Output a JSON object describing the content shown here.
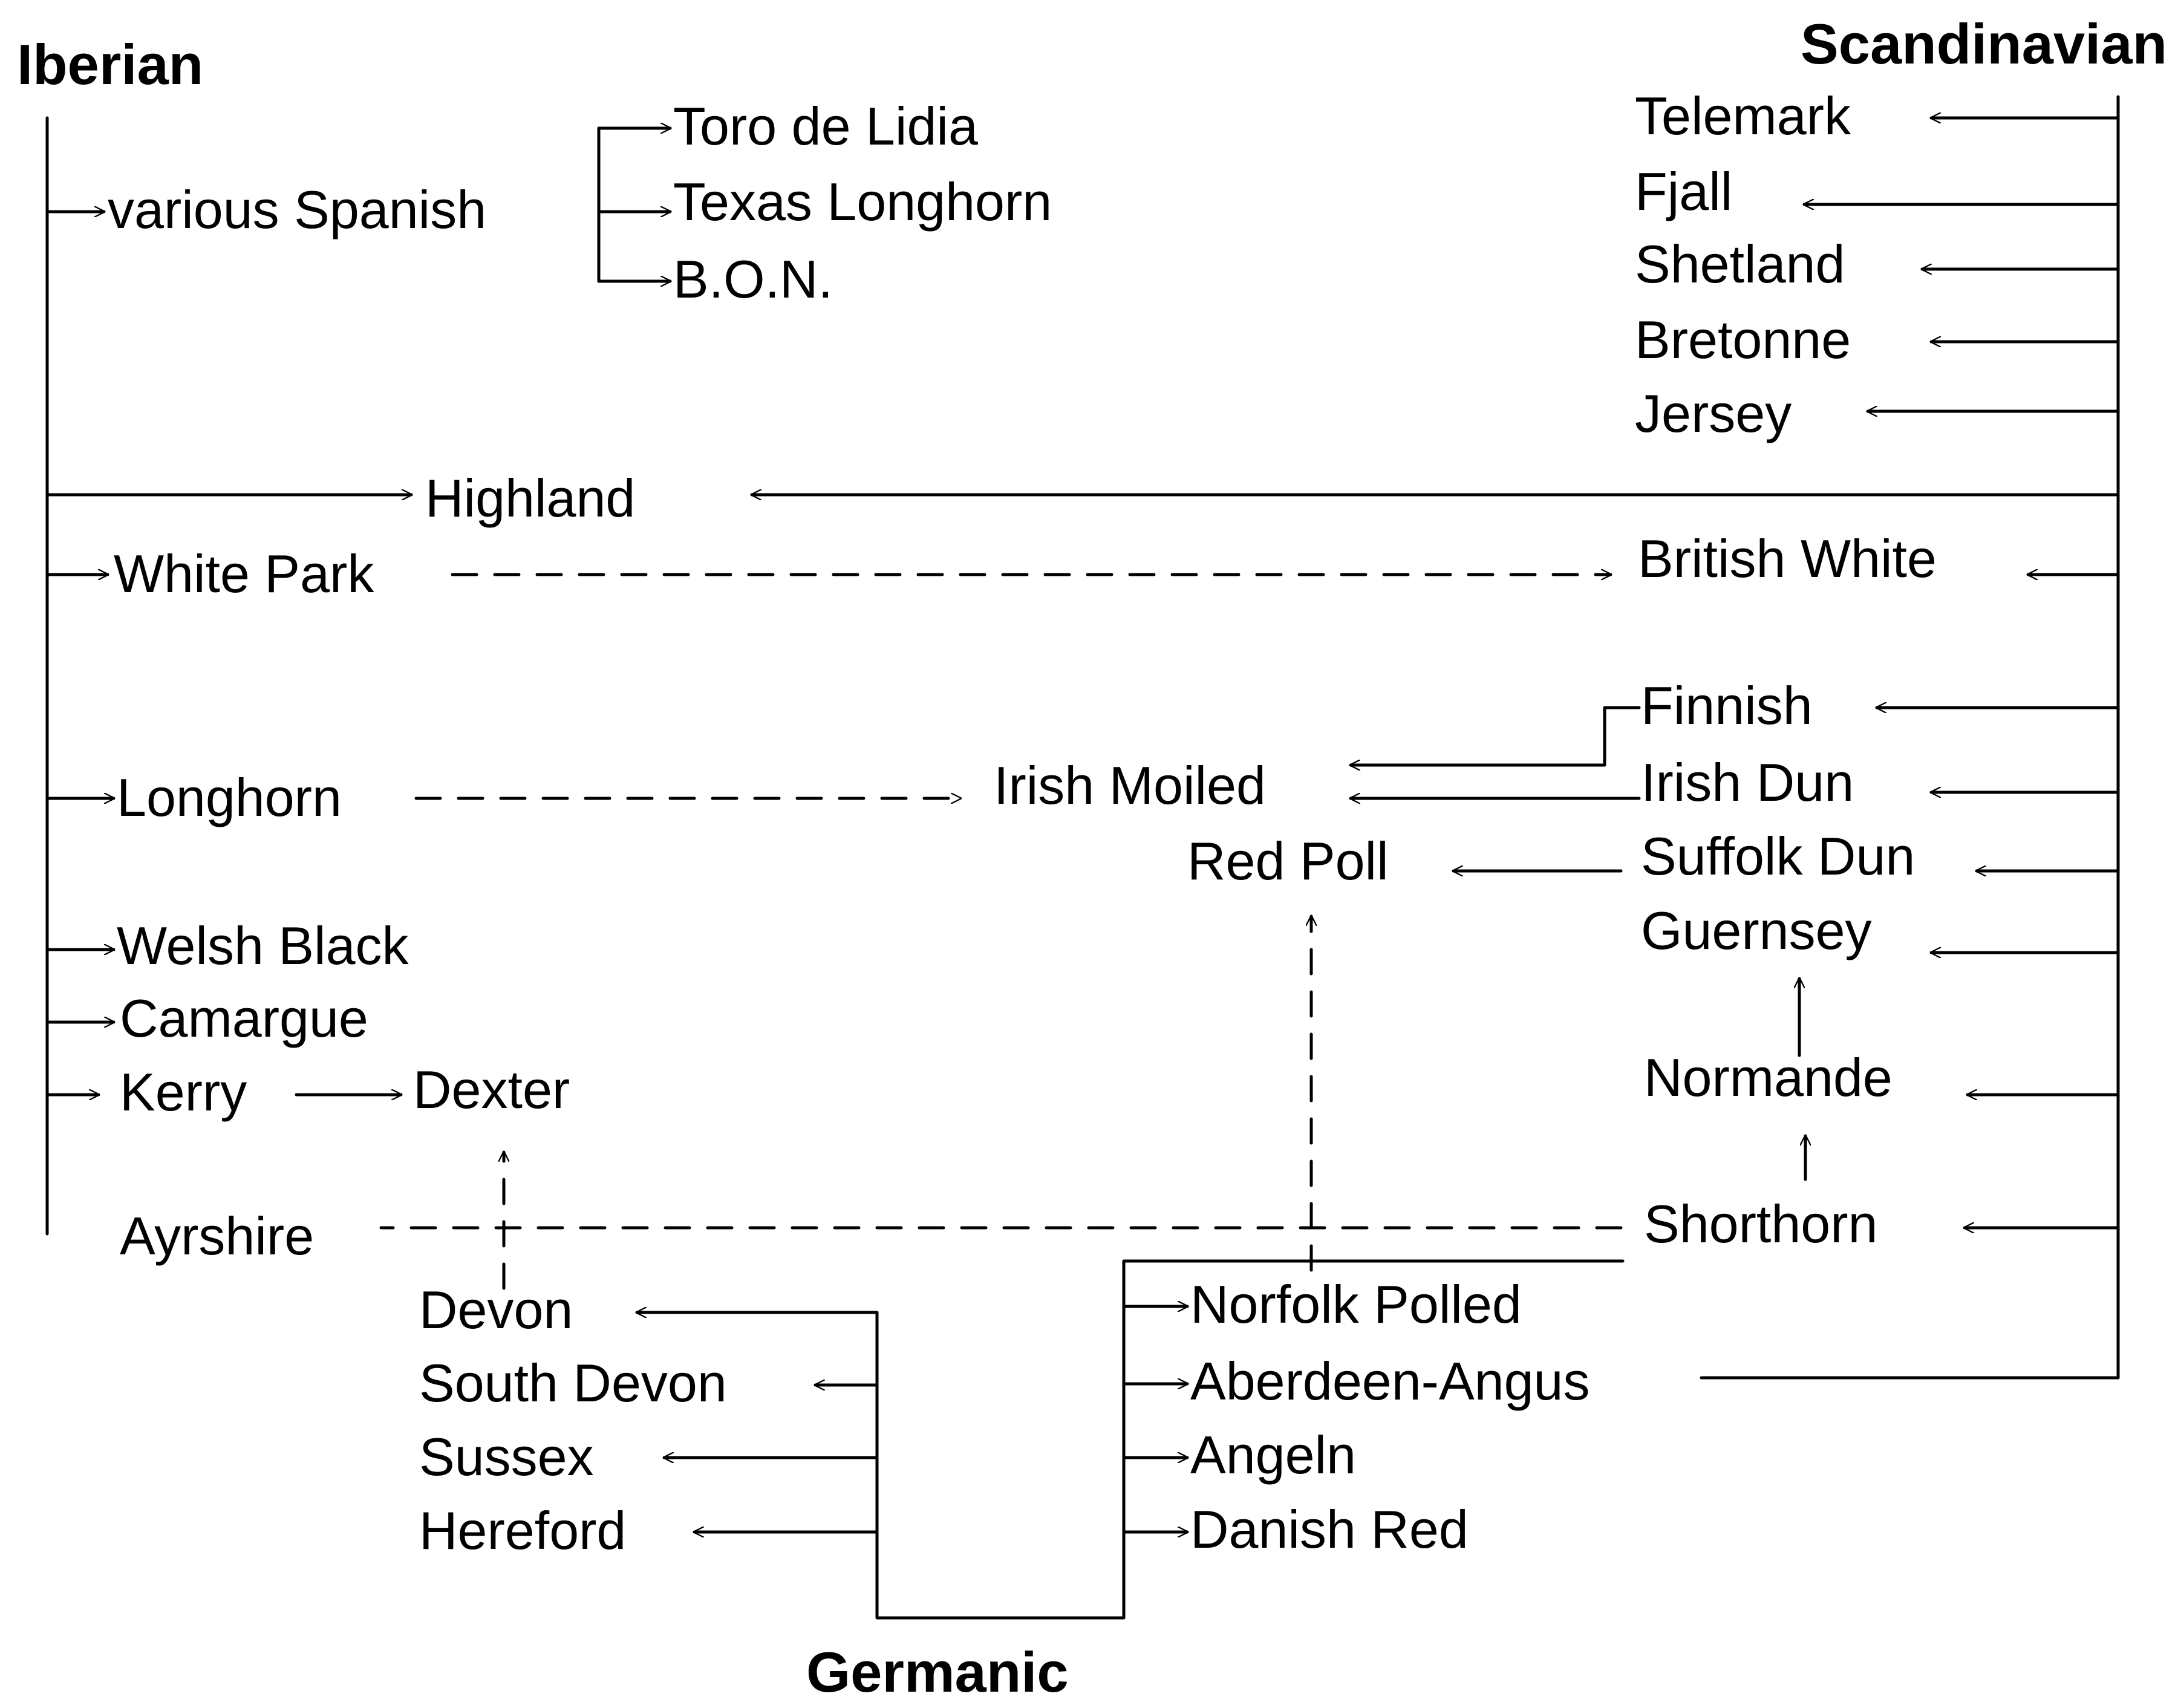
{
  "colors": {
    "ink": "#000000",
    "background": "#ffffff"
  },
  "groups": {
    "iberian": "Iberian",
    "scandinavian": "Scandinavian",
    "germanic": "Germanic"
  },
  "breeds": {
    "various_spanish": "various Spanish",
    "toro_de_lidia": "Toro de Lidia",
    "texas_longhorn": "Texas Longhorn",
    "bon": "B.O.N.",
    "telemark": "Telemark",
    "fjall": "Fjall",
    "shetland": "Shetland",
    "bretonne": "Bretonne",
    "jersey": "Jersey",
    "highland": "Highland",
    "white_park": "White Park",
    "british_white": "British White",
    "finnish": "Finnish",
    "irish_dun": "Irish Dun",
    "irish_moiled": "Irish Moiled",
    "longhorn": "Longhorn",
    "red_poll": "Red Poll",
    "suffolk_dun": "Suffolk Dun",
    "welsh_black": "Welsh Black",
    "guernsey": "Guernsey",
    "camargue": "Camargue",
    "kerry": "Kerry",
    "dexter": "Dexter",
    "normande": "Normande",
    "ayrshire": "Ayrshire",
    "shorthorn": "Shorthorn",
    "devon": "Devon",
    "south_devon": "South Devon",
    "sussex": "Sussex",
    "hereford": "Hereford",
    "norfolk_polled": "Norfolk Polled",
    "aberdeen_angus": "Aberdeen-Angus",
    "angeln": "Angeln",
    "danish_red": "Danish Red"
  }
}
